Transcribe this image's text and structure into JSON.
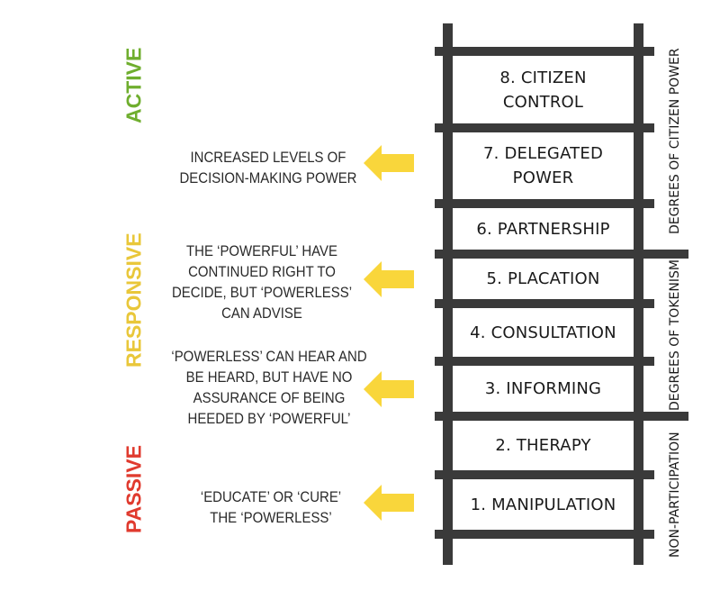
{
  "colors": {
    "ladder": "#3a3a3a",
    "arrow": "#F9D63B",
    "active": "#6FAE2E",
    "responsive": "#E9C73A",
    "passive": "#E03A2E"
  },
  "levels": {
    "active": "ACTIVE",
    "responsive": "RESPONSIVE",
    "passive": "PASSIVE"
  },
  "rungs": [
    {
      "number": 8,
      "label": "8. CITIZEN CONTROL"
    },
    {
      "number": 7,
      "label": "7. DELEGATED POWER"
    },
    {
      "number": 6,
      "label": "6. PARTNERSHIP"
    },
    {
      "number": 5,
      "label": "5. PLACATION"
    },
    {
      "number": 4,
      "label": "4. CONSULTATION"
    },
    {
      "number": 3,
      "label": "3. INFORMING"
    },
    {
      "number": 2,
      "label": "2. THERAPY"
    },
    {
      "number": 1,
      "label": "1. MANIPULATION"
    }
  ],
  "sections": {
    "citizen_power": "DEGREES OF CITIZEN POWER",
    "tokenism": "DEGREES OF TOKENISM",
    "non_participation": "NON-PARTICIPATION"
  },
  "descriptions": [
    {
      "text": "INCREASED LEVELS OF DECISION-MAKING POWER"
    },
    {
      "text": "THE ‘POWERFUL’ HAVE CONTINUED RIGHT TO DECIDE, BUT ‘POWERLESS’ CAN ADVISE"
    },
    {
      "text": "‘POWERLESS’ CAN HEAR AND BE HEARD, BUT HAVE NO ASSURANCE OF BEING HEEDED BY ‘POWERFUL’"
    },
    {
      "text": "‘EDUCATE’ OR ‘CURE’ THE ‘POWERLESS’"
    }
  ]
}
